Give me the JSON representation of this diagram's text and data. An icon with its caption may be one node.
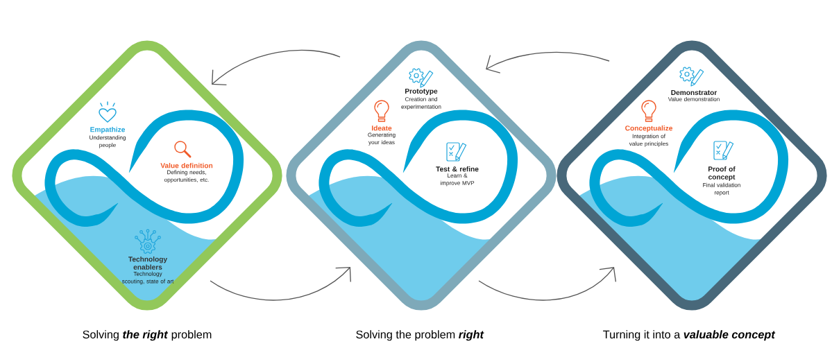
{
  "diagram": {
    "nodes": [
      {
        "text": [],
        "shape": "diamond",
        "beside": [
          "Solving **the right** problem"
        ]
      },
      {
        "text": [
          "Empathize",
          "Understanding people"
        ],
        "in": 0
      },
      {
        "text": [
          "Value definition",
          "Defining needs, opportunities, etc."
        ],
        "in": 0
      },
      {
        "text": [
          "Technology enablers",
          "Technology scouting, state of art"
        ],
        "in": 0
      },
      {
        "text": [],
        "shape": "diamond",
        "beside": [
          "Solving the problem **right**"
        ]
      },
      {
        "text": [
          "Prototype",
          "Creation and experimentation"
        ],
        "in": 4
      },
      {
        "text": [
          "Ideate",
          "Generating your ideas"
        ],
        "in": 4
      },
      {
        "text": [
          "Test & refine",
          "Learn & improve MVP"
        ],
        "in": 4
      },
      {
        "text": [],
        "shape": "diamond",
        "beside": [
          "Turning it into a **valuable concept**"
        ]
      },
      {
        "text": [
          "Demonstrator",
          "Value demonstration"
        ],
        "in": 8
      },
      {
        "text": [
          "Conceptualize",
          "Integration of value principles"
        ],
        "in": 8
      },
      {
        "text": [
          "Proof of concept",
          "Final validation report"
        ],
        "in": 8
      }
    ],
    "edges": [
      {
        "from": 4,
        "to": 0,
        "arrow": "to"
      },
      {
        "from": 8,
        "to": 4,
        "arrow": "to"
      },
      {
        "from": 0,
        "to": 4,
        "arrow": "to"
      },
      {
        "from": 4,
        "to": 8,
        "arrow": "to"
      }
    ]
  }
}
